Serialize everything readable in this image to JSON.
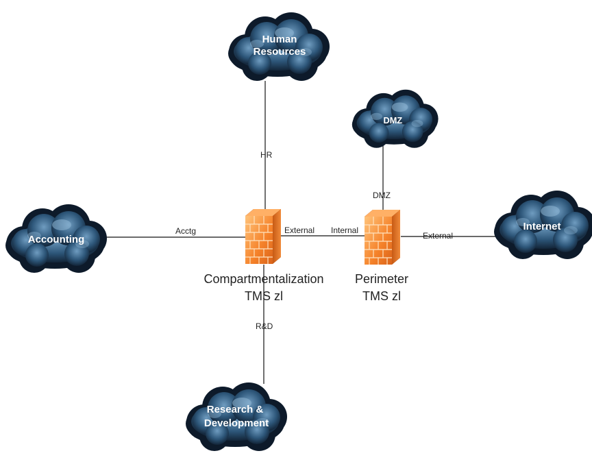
{
  "clouds": {
    "hr": {
      "line1": "Human",
      "line2": "Resources"
    },
    "dmz": {
      "line1": "DMZ"
    },
    "accounting": {
      "line1": "Accounting"
    },
    "internet": {
      "line1": "Internet"
    },
    "rd": {
      "line1": "Research &",
      "line2": "Development"
    }
  },
  "firewalls": {
    "compartment": {
      "line1": "Compartmentalization",
      "line2": "TMS zl"
    },
    "perimeter": {
      "line1": "Perimeter",
      "line2": "TMS zl"
    }
  },
  "links": {
    "hr": "HR",
    "acctg": "Acctg",
    "compartment_external": "External",
    "perimeter_internal": "Internal",
    "dmz": "DMZ",
    "perimeter_external": "External",
    "rd": "R&D"
  },
  "colors": {
    "cloud_dark": "#0d1a2a",
    "cloud_mid": "#2d5679",
    "cloud_light": "#6f9cc0",
    "firewall_orange": "#f5822a",
    "firewall_light": "#ffc37a",
    "line": "#111111"
  }
}
